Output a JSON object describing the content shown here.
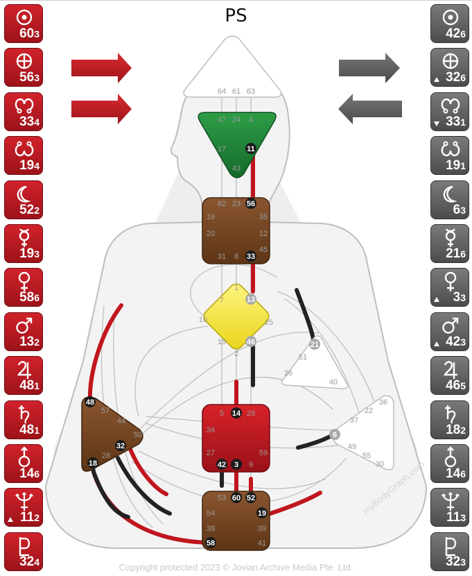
{
  "title": "PS",
  "design": [
    {
      "planet": "sun",
      "icon": "sun-icon",
      "gate": "60",
      "line": "3"
    },
    {
      "planet": "earth",
      "icon": "earth-icon",
      "gate": "56",
      "line": "3"
    },
    {
      "planet": "north-node",
      "icon": "north-node-icon",
      "gate": "33",
      "line": "4"
    },
    {
      "planet": "south-node",
      "icon": "south-node-icon",
      "gate": "19",
      "line": "4"
    },
    {
      "planet": "moon",
      "icon": "moon-icon",
      "gate": "52",
      "line": "2"
    },
    {
      "planet": "mercury",
      "icon": "mercury-icon",
      "gate": "19",
      "line": "3"
    },
    {
      "planet": "venus",
      "icon": "venus-icon",
      "gate": "58",
      "line": "6"
    },
    {
      "planet": "mars",
      "icon": "mars-icon",
      "gate": "13",
      "line": "2"
    },
    {
      "planet": "jupiter",
      "icon": "jupiter-icon",
      "gate": "48",
      "line": "1"
    },
    {
      "planet": "saturn",
      "icon": "saturn-icon",
      "gate": "48",
      "line": "1"
    },
    {
      "planet": "uranus",
      "icon": "uranus-icon",
      "gate": "14",
      "line": "6"
    },
    {
      "planet": "neptune",
      "icon": "neptune-icon",
      "gate": "11",
      "line": "2",
      "mark": "up"
    },
    {
      "planet": "pluto",
      "icon": "pluto-icon",
      "gate": "32",
      "line": "4"
    }
  ],
  "personality": [
    {
      "planet": "sun",
      "icon": "sun-icon",
      "gate": "42",
      "line": "6"
    },
    {
      "planet": "earth",
      "icon": "earth-icon",
      "gate": "32",
      "line": "6",
      "mark": "up"
    },
    {
      "planet": "north-node",
      "icon": "north-node-icon",
      "gate": "33",
      "line": "1",
      "mark": "down"
    },
    {
      "planet": "south-node",
      "icon": "south-node-icon",
      "gate": "19",
      "line": "1"
    },
    {
      "planet": "moon",
      "icon": "moon-icon",
      "gate": "6",
      "line": "3"
    },
    {
      "planet": "mercury",
      "icon": "mercury-icon",
      "gate": "21",
      "line": "6"
    },
    {
      "planet": "venus",
      "icon": "venus-icon",
      "gate": "3",
      "line": "3",
      "mark": "up"
    },
    {
      "planet": "mars",
      "icon": "mars-icon",
      "gate": "42",
      "line": "3",
      "mark": "up"
    },
    {
      "planet": "jupiter",
      "icon": "jupiter-icon",
      "gate": "46",
      "line": "5"
    },
    {
      "planet": "saturn",
      "icon": "saturn-icon",
      "gate": "18",
      "line": "2"
    },
    {
      "planet": "uranus",
      "icon": "uranus-icon",
      "gate": "14",
      "line": "6"
    },
    {
      "planet": "neptune",
      "icon": "neptune-icon",
      "gate": "11",
      "line": "3"
    },
    {
      "planet": "pluto",
      "icon": "pluto-icon",
      "gate": "32",
      "line": "3"
    }
  ],
  "centers": {
    "head": {
      "color": "#ffffff",
      "defined": false,
      "gates": [
        "64",
        "61",
        "63"
      ]
    },
    "ajna": {
      "color": "#1f8a3a",
      "defined": true,
      "gates": [
        "47",
        "24",
        "4",
        "17",
        "11",
        "43"
      ]
    },
    "throat": {
      "color": "#7a4a22",
      "defined": true,
      "gates": [
        "62",
        "23",
        "56",
        "16",
        "35",
        "20",
        "12",
        "45",
        "31",
        "8",
        "33"
      ]
    },
    "g": {
      "color": "#f3e23a",
      "defined": true,
      "gates": [
        "1",
        "7",
        "13",
        "10",
        "25",
        "15",
        "46",
        "2"
      ]
    },
    "heart": {
      "color": "#ffffff",
      "defined": false,
      "gates": [
        "21",
        "51",
        "26",
        "40"
      ]
    },
    "sacral": {
      "color": "#c0141c",
      "defined": true,
      "gates": [
        "5",
        "14",
        "29",
        "34",
        "27",
        "59",
        "42",
        "3",
        "9"
      ]
    },
    "spleen": {
      "color": "#7a4a22",
      "defined": true,
      "gates": [
        "48",
        "57",
        "44",
        "50",
        "32",
        "28",
        "18"
      ]
    },
    "solar_plexus": {
      "color": "#ffffff",
      "defined": false,
      "gates": [
        "36",
        "22",
        "37",
        "6",
        "49",
        "55",
        "30"
      ]
    },
    "root": {
      "color": "#7a4a22",
      "defined": true,
      "gates": [
        "53",
        "60",
        "52",
        "54",
        "19",
        "38",
        "39",
        "58",
        "41"
      ]
    }
  },
  "colors": {
    "design": "#c0151d",
    "personality": "#222222",
    "defined_brown": "#7a4a22"
  },
  "watermark": "myBodyGraph.com",
  "copyright": "Copyright protected 2023 © Jovian Archive Media Pte. Ltd."
}
